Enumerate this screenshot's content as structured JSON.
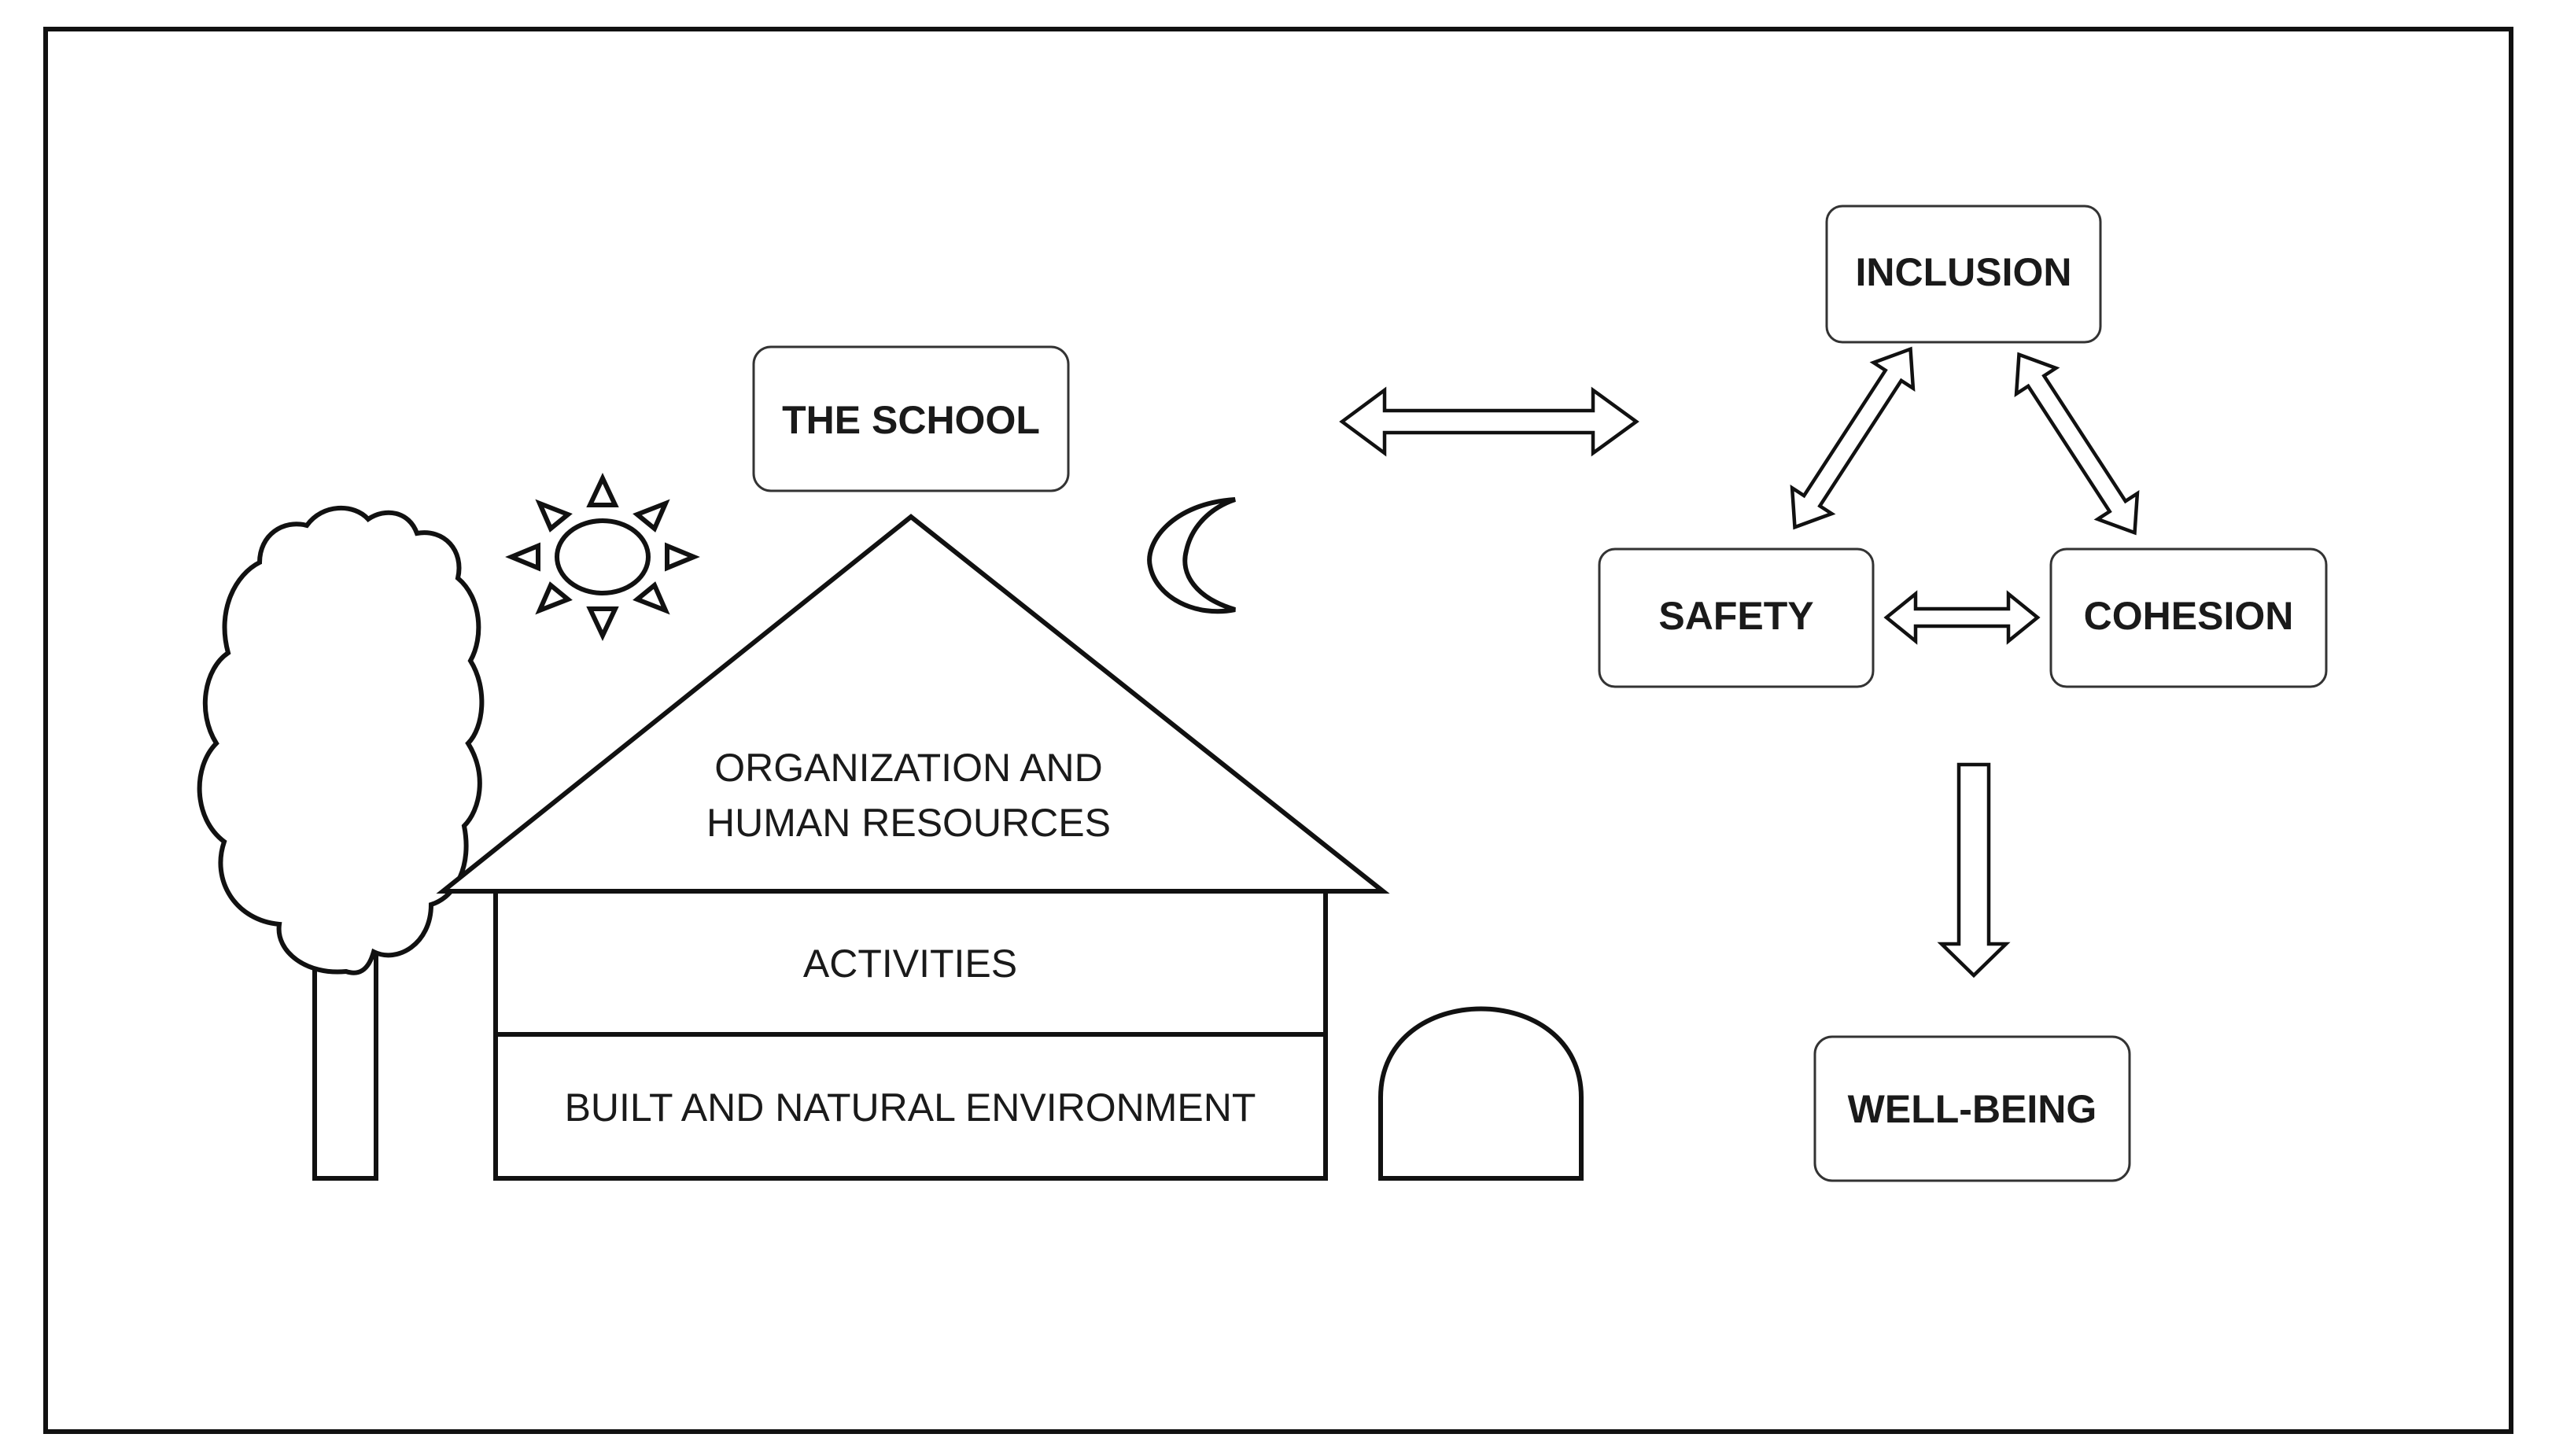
{
  "school": {
    "title": "THE SCHOOL",
    "roof_label_line1": "ORGANIZATION AND",
    "roof_label_line2": "HUMAN RESOURCES",
    "middle_label": "ACTIVITIES",
    "base_label": "BUILT AND NATURAL ENVIRONMENT"
  },
  "outcomes": {
    "inclusion": "INCLUSION",
    "safety": "SAFETY",
    "cohesion": "COHESION",
    "wellbeing": "WELL-BEING"
  },
  "icons": [
    "tree-icon",
    "sun-icon",
    "moon-icon",
    "tunnel-icon"
  ]
}
